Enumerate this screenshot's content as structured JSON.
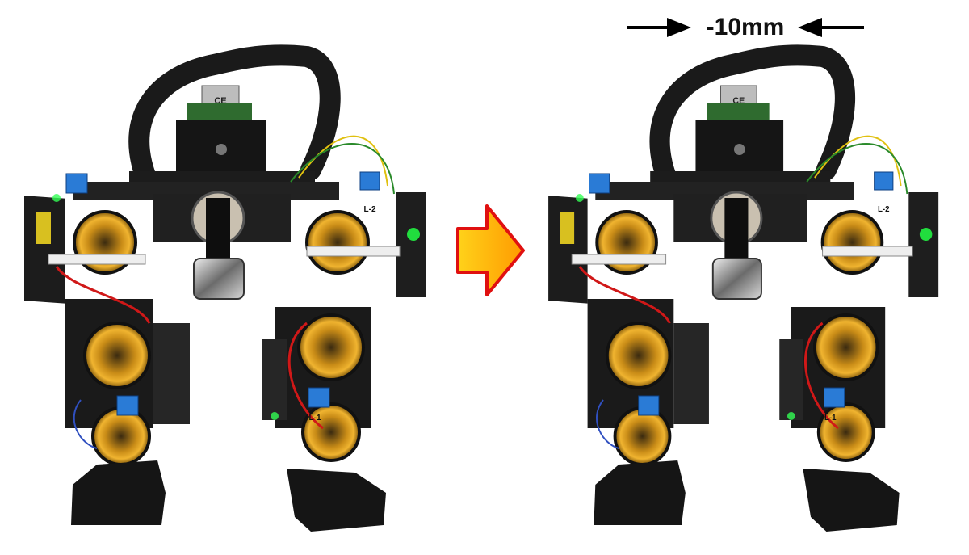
{
  "figure": {
    "left_photo": "robot-before",
    "right_photo": "robot-after",
    "dimension_label": "-10mm",
    "transition_arrow_color": "#ffb300",
    "transition_arrow_outline": "#e01010",
    "board_labels": [
      "CE",
      "L-2",
      "L-1"
    ]
  }
}
